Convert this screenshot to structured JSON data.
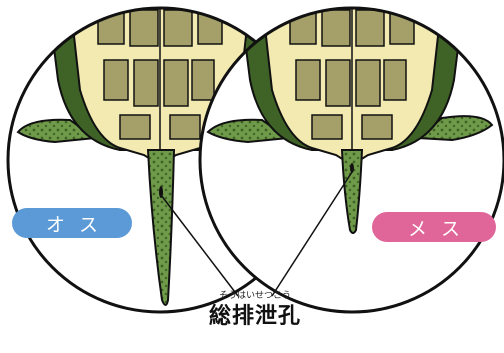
{
  "labels": {
    "male": "オス",
    "female": "メス"
  },
  "callout": {
    "reading": "そうはいせつこう",
    "term": "総排泄孔"
  },
  "colors": {
    "male_badge": "#5b9ad6",
    "female_badge": "#e06699",
    "shell_yellow": "#f3eab2",
    "shell_scute": "#a5a06a",
    "skin_green": "#6f9a4a",
    "outline": "#111111"
  }
}
